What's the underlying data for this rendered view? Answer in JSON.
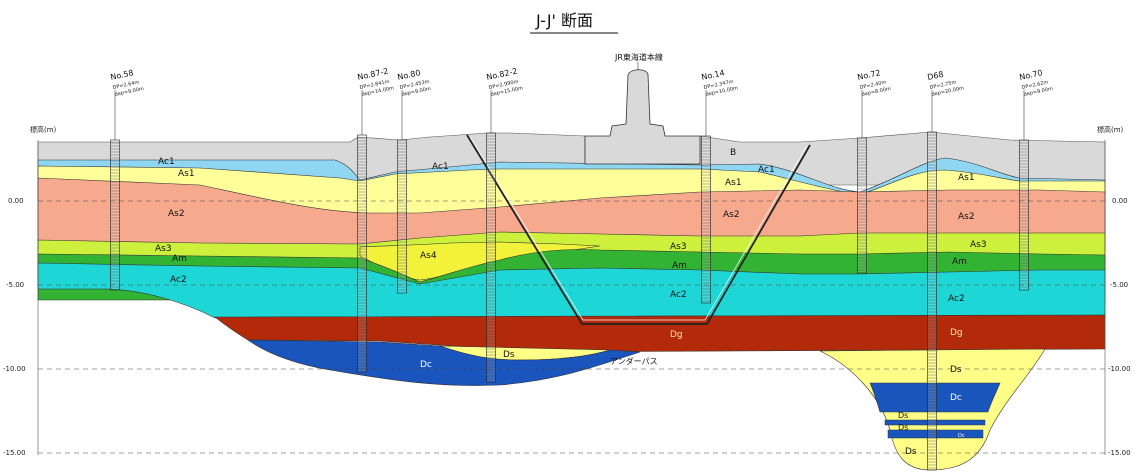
{
  "title": "J-J' 断面",
  "elevation_label": "標高(m)",
  "elevation_ticks": [
    {
      "value": 0,
      "label": "0.00"
    },
    {
      "value": -5,
      "label": "-5.00"
    },
    {
      "value": -10,
      "label": "-10.00"
    },
    {
      "value": -15,
      "label": "-15.00"
    }
  ],
  "structures": {
    "jr_line": "JR東海道本線",
    "underpass": "アンダーパス"
  },
  "boreholes": [
    {
      "id": "No.58",
      "info1": "DP=2.64m",
      "info2": "dep=9.00m"
    },
    {
      "id": "No.87-2",
      "info1": "DP=2.841m",
      "info2": "dep=14.00m"
    },
    {
      "id": "No.80",
      "info1": "DP=2.453m",
      "info2": "dep=9.00m"
    },
    {
      "id": "No.82-2",
      "info1": "DP=2.990m",
      "info2": "dep=15.00m"
    },
    {
      "id": "No.14",
      "info1": "DP=2.347m",
      "info2": "dep=10.00m"
    },
    {
      "id": "No.72",
      "info1": "DP=2.40m",
      "info2": "dep=8.00m"
    },
    {
      "id": "D68",
      "info1": "DP=2.75m",
      "info2": "dep=20.00m"
    },
    {
      "id": "No.70",
      "info1": "DP=2.62m",
      "info2": "dep=9.00m"
    }
  ],
  "layers": {
    "B": "B",
    "Ac1": "Ac1",
    "As1": "As1",
    "As2": "As2",
    "As3": "As3",
    "As4": "As4",
    "Am": "Am",
    "Ac2": "Ac2",
    "Dg": "Dg",
    "Ds": "Ds",
    "Dc": "Dc",
    "Dc_small": "Dc"
  },
  "colors": {
    "fill_B": "#d9d9d9",
    "Ac1": "#8fd6f2",
    "As1": "#ffff99",
    "As2": "#f7a98e",
    "As3": "#ccf03c",
    "As4": "#f2f23a",
    "Am": "#33b333",
    "Ac2": "#1fd6d6",
    "Dg": "#b32a0a",
    "Ds": "#ffff88",
    "Dc": "#1a55bd"
  }
}
